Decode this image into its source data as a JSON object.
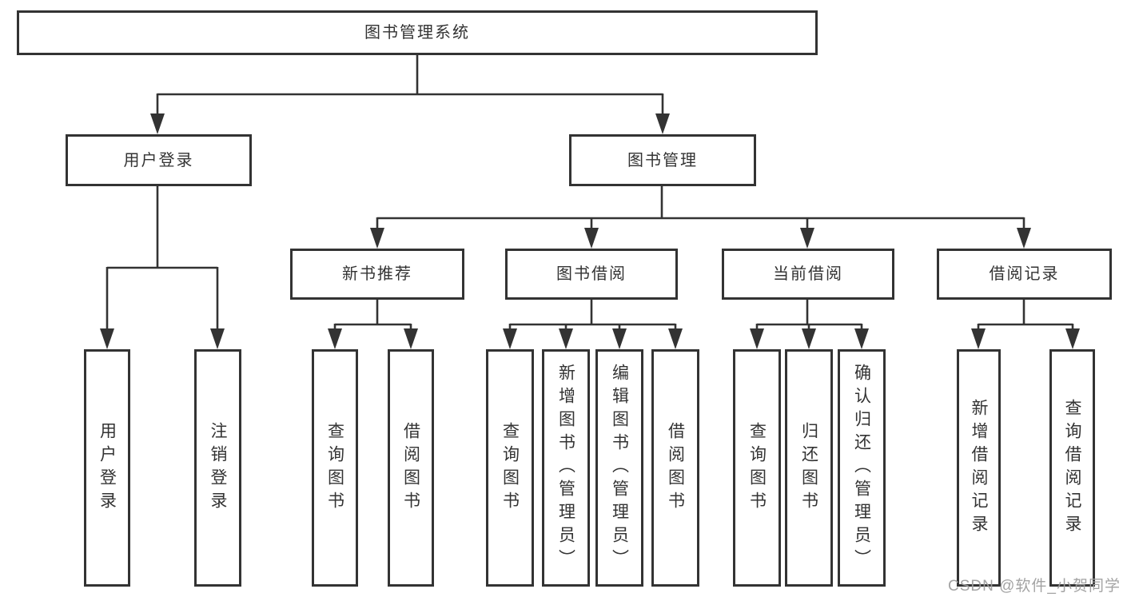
{
  "diagram": {
    "root": {
      "label": "图书管理系统"
    },
    "branches": [
      {
        "label": "用户登录",
        "children": [
          {
            "label": "用户登录"
          },
          {
            "label": "注销登录"
          }
        ]
      },
      {
        "label": "图书管理",
        "children": [
          {
            "label": "新书推荐",
            "children": [
              {
                "label": "查询图书"
              },
              {
                "label": "借阅图书"
              }
            ]
          },
          {
            "label": "图书借阅",
            "children": [
              {
                "label": "查询图书"
              },
              {
                "label": "新增图书（管理员）"
              },
              {
                "label": "编辑图书（管理员）"
              },
              {
                "label": "借阅图书"
              }
            ]
          },
          {
            "label": "当前借阅",
            "children": [
              {
                "label": "查询图书"
              },
              {
                "label": "归还图书"
              },
              {
                "label": "确认归还（管理员）"
              }
            ]
          },
          {
            "label": "借阅记录",
            "children": [
              {
                "label": "新增借阅记录"
              },
              {
                "label": "查询借阅记录"
              }
            ]
          }
        ]
      }
    ]
  },
  "watermark": {
    "text": "CSDN @软件_小贺同学"
  },
  "colors": {
    "line": "#333333",
    "box_border": "#333333",
    "text": "#333333",
    "watermark": "#9e9e9e",
    "background": "#ffffff"
  }
}
